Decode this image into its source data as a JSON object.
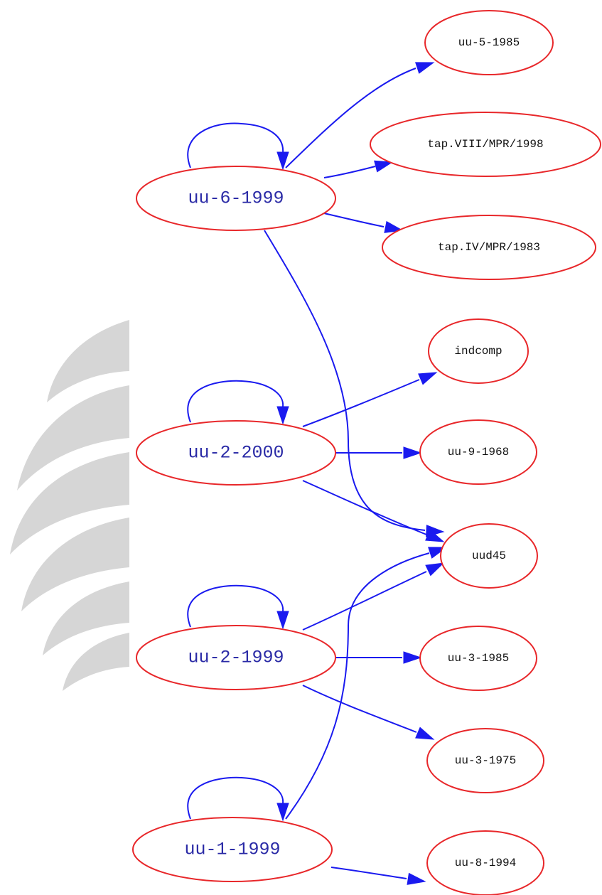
{
  "diagram": {
    "type": "directed-graph",
    "colors": {
      "node_border": "#e8272a",
      "edge": "#1a1aef",
      "source_label": "#2a2aa6",
      "target_label": "#111111",
      "watermark": "#d6d6d6"
    },
    "nodes": [
      {
        "id": "uu-6-1999",
        "label": "uu-6-1999",
        "role": "source"
      },
      {
        "id": "uu-2-2000",
        "label": "uu-2-2000",
        "role": "source"
      },
      {
        "id": "uu-2-1999",
        "label": "uu-2-1999",
        "role": "source"
      },
      {
        "id": "uu-1-1999",
        "label": "uu-1-1999",
        "role": "source"
      },
      {
        "id": "uu-5-1985",
        "label": "uu-5-1985",
        "role": "target"
      },
      {
        "id": "tap.VIII/MPR/1998",
        "label": "tap.VIII/MPR/1998",
        "role": "target"
      },
      {
        "id": "tap.IV/MPR/1983",
        "label": "tap.IV/MPR/1983",
        "role": "target"
      },
      {
        "id": "indcomp",
        "label": "indcomp",
        "role": "target"
      },
      {
        "id": "uu-9-1968",
        "label": "uu-9-1968",
        "role": "target"
      },
      {
        "id": "uud45",
        "label": "uud45",
        "role": "target"
      },
      {
        "id": "uu-3-1985",
        "label": "uu-3-1985",
        "role": "target"
      },
      {
        "id": "uu-3-1975",
        "label": "uu-3-1975",
        "role": "target"
      },
      {
        "id": "uu-8-1994",
        "label": "uu-8-1994",
        "role": "target"
      }
    ],
    "edges": [
      {
        "from": "uu-6-1999",
        "to": "uu-6-1999"
      },
      {
        "from": "uu-6-1999",
        "to": "uu-5-1985"
      },
      {
        "from": "uu-6-1999",
        "to": "tap.VIII/MPR/1998"
      },
      {
        "from": "uu-6-1999",
        "to": "tap.IV/MPR/1983"
      },
      {
        "from": "uu-6-1999",
        "to": "uud45"
      },
      {
        "from": "uu-2-2000",
        "to": "uu-2-2000"
      },
      {
        "from": "uu-2-2000",
        "to": "indcomp"
      },
      {
        "from": "uu-2-2000",
        "to": "uu-9-1968"
      },
      {
        "from": "uu-2-2000",
        "to": "uud45"
      },
      {
        "from": "uu-2-1999",
        "to": "uu-2-1999"
      },
      {
        "from": "uu-2-1999",
        "to": "uud45"
      },
      {
        "from": "uu-2-1999",
        "to": "uu-3-1985"
      },
      {
        "from": "uu-2-1999",
        "to": "uu-3-1975"
      },
      {
        "from": "uu-1-1999",
        "to": "uu-1-1999"
      },
      {
        "from": "uu-1-1999",
        "to": "uud45"
      },
      {
        "from": "uu-1-1999",
        "to": "uu-8-1994"
      }
    ]
  }
}
